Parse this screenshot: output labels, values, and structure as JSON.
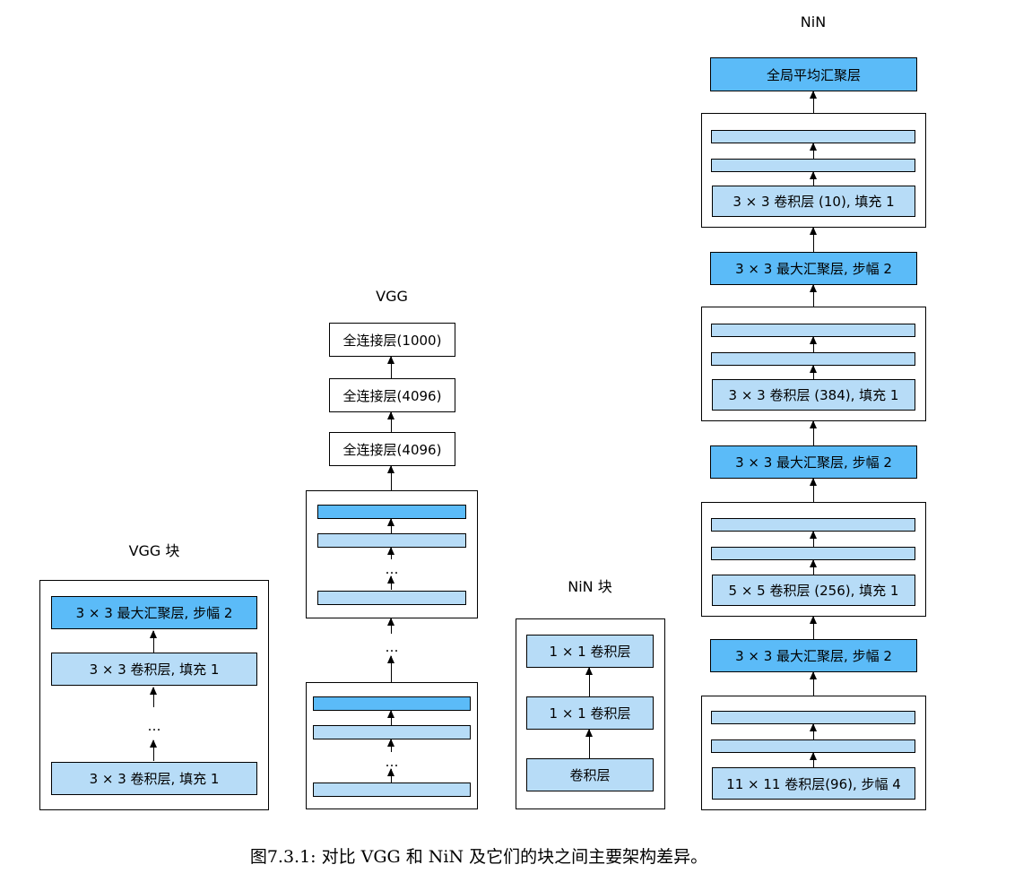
{
  "titles": {
    "vgg_block": "VGG 块",
    "vgg": "VGG",
    "nin_block": "NiN 块",
    "nin": "NiN"
  },
  "vgg_block": {
    "pool": "3 × 3 最大汇聚层, 步幅 2",
    "conv_top": "3 × 3 卷积层, 填充 1",
    "ellipsis": "…",
    "conv_bottom": "3 × 3 卷积层, 填充 1"
  },
  "vgg": {
    "fc1000": "全连接层(1000)",
    "fc4096_a": "全连接层(4096)",
    "fc4096_b": "全连接层(4096)",
    "ellipsis": "…"
  },
  "nin_block": {
    "conv1x1_top": "1 × 1 卷积层",
    "conv1x1_mid": "1 × 1 卷积层",
    "conv": "卷积层"
  },
  "nin": {
    "gap": "全局平均汇聚层",
    "block4_conv": "3 × 3 卷积层 (10), 填充 1",
    "pool3": "3 × 3 最大汇聚层, 步幅 2",
    "block3_conv": "3 × 3 卷积层 (384), 填充 1",
    "pool2": "3 × 3 最大汇聚层, 步幅 2",
    "block2_conv": "5 × 5 卷积层 (256), 填充 1",
    "pool1": "3 × 3 最大汇聚层, 步幅 2",
    "block1_conv": "11 × 11 卷积层(96), 步幅 4"
  },
  "caption": "图7.3.1: 对比 VGG 和 NiN 及它们的块之间主要架构差异。",
  "colors": {
    "dark_blue": "#5bbbf8",
    "light_blue": "#b7dcf7",
    "stroke": "#000000"
  }
}
